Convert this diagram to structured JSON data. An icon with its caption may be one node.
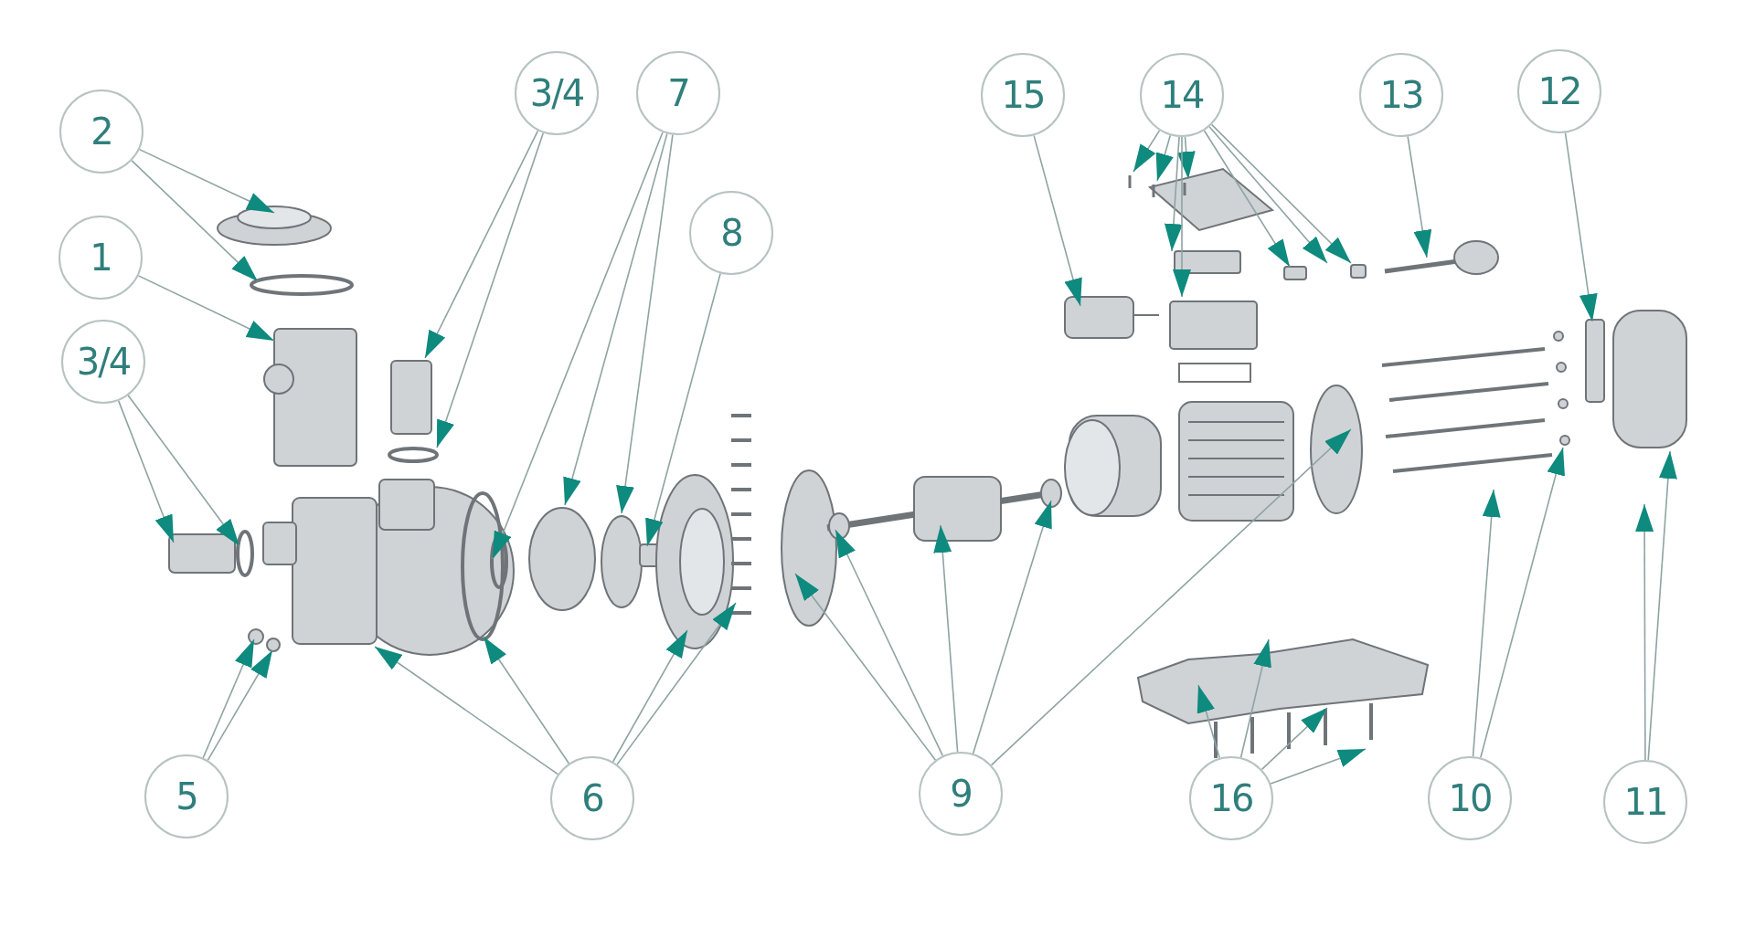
{
  "diagram": {
    "nodes": [
      {
        "text": [
          "2"
        ]
      },
      {
        "text": [
          "3/4"
        ]
      },
      {
        "text": [
          "7"
        ]
      },
      {
        "text": [
          "15"
        ]
      },
      {
        "text": [
          "14"
        ]
      },
      {
        "text": [
          "13"
        ]
      },
      {
        "text": [
          "12"
        ]
      },
      {
        "text": [
          "8"
        ]
      },
      {
        "text": [
          "1"
        ]
      },
      {
        "text": [
          "3/4"
        ]
      },
      {
        "text": [
          "5"
        ]
      },
      {
        "text": [
          "6"
        ]
      },
      {
        "text": [
          "9"
        ]
      },
      {
        "text": [
          "16"
        ]
      },
      {
        "text": [
          "10"
        ]
      },
      {
        "text": [
          "11"
        ]
      }
    ],
    "edges": [
      {
        "from": 0,
        "to": null,
        "arrow": "to"
      },
      {
        "from": 0,
        "to": null,
        "arrow": "to"
      },
      {
        "from": 8,
        "to": null,
        "arrow": "to"
      },
      {
        "from": 9,
        "to": null,
        "arrow": "to"
      },
      {
        "from": 9,
        "to": null,
        "arrow": "to"
      },
      {
        "from": 1,
        "to": null,
        "arrow": "to"
      },
      {
        "from": 1,
        "to": null,
        "arrow": "to"
      },
      {
        "from": 2,
        "to": null,
        "arrow": "to"
      },
      {
        "from": 2,
        "to": null,
        "arrow": "to"
      },
      {
        "from": 2,
        "to": null,
        "arrow": "to"
      },
      {
        "from": 7,
        "to": null,
        "arrow": "to"
      },
      {
        "from": 10,
        "to": null,
        "arrow": "to"
      },
      {
        "from": 10,
        "to": null,
        "arrow": "to"
      },
      {
        "from": 11,
        "to": null,
        "arrow": "to"
      },
      {
        "from": 11,
        "to": null,
        "arrow": "to"
      },
      {
        "from": 11,
        "to": null,
        "arrow": "to"
      },
      {
        "from": 11,
        "to": null,
        "arrow": "to"
      },
      {
        "from": 12,
        "to": null,
        "arrow": "to"
      },
      {
        "from": 12,
        "to": null,
        "arrow": "to"
      },
      {
        "from": 12,
        "to": null,
        "arrow": "to"
      },
      {
        "from": 12,
        "to": null,
        "arrow": "to"
      },
      {
        "from": 12,
        "to": null,
        "arrow": "to"
      },
      {
        "from": 3,
        "to": null,
        "arrow": "to"
      },
      {
        "from": 4,
        "to": null,
        "arrow": "to"
      },
      {
        "from": 4,
        "to": null,
        "arrow": "to"
      },
      {
        "from": 4,
        "to": null,
        "arrow": "to"
      },
      {
        "from": 4,
        "to": null,
        "arrow": "to"
      },
      {
        "from": 4,
        "to": null,
        "arrow": "to"
      },
      {
        "from": 4,
        "to": null,
        "arrow": "to"
      },
      {
        "from": 4,
        "to": null,
        "arrow": "to"
      },
      {
        "from": 4,
        "to": null,
        "arrow": "to"
      },
      {
        "from": 5,
        "to": null,
        "arrow": "to"
      },
      {
        "from": 6,
        "to": null,
        "arrow": "to"
      },
      {
        "from": 14,
        "to": null,
        "arrow": "to"
      },
      {
        "from": 14,
        "to": null,
        "arrow": "to"
      },
      {
        "from": 15,
        "to": null,
        "arrow": "to"
      },
      {
        "from": 15,
        "to": null,
        "arrow": "to"
      },
      {
        "from": 13,
        "to": null,
        "arrow": "to"
      },
      {
        "from": 13,
        "to": null,
        "arrow": "to"
      },
      {
        "from": 13,
        "to": null,
        "arrow": "to"
      },
      {
        "from": 13,
        "to": null,
        "arrow": "to"
      }
    ]
  }
}
